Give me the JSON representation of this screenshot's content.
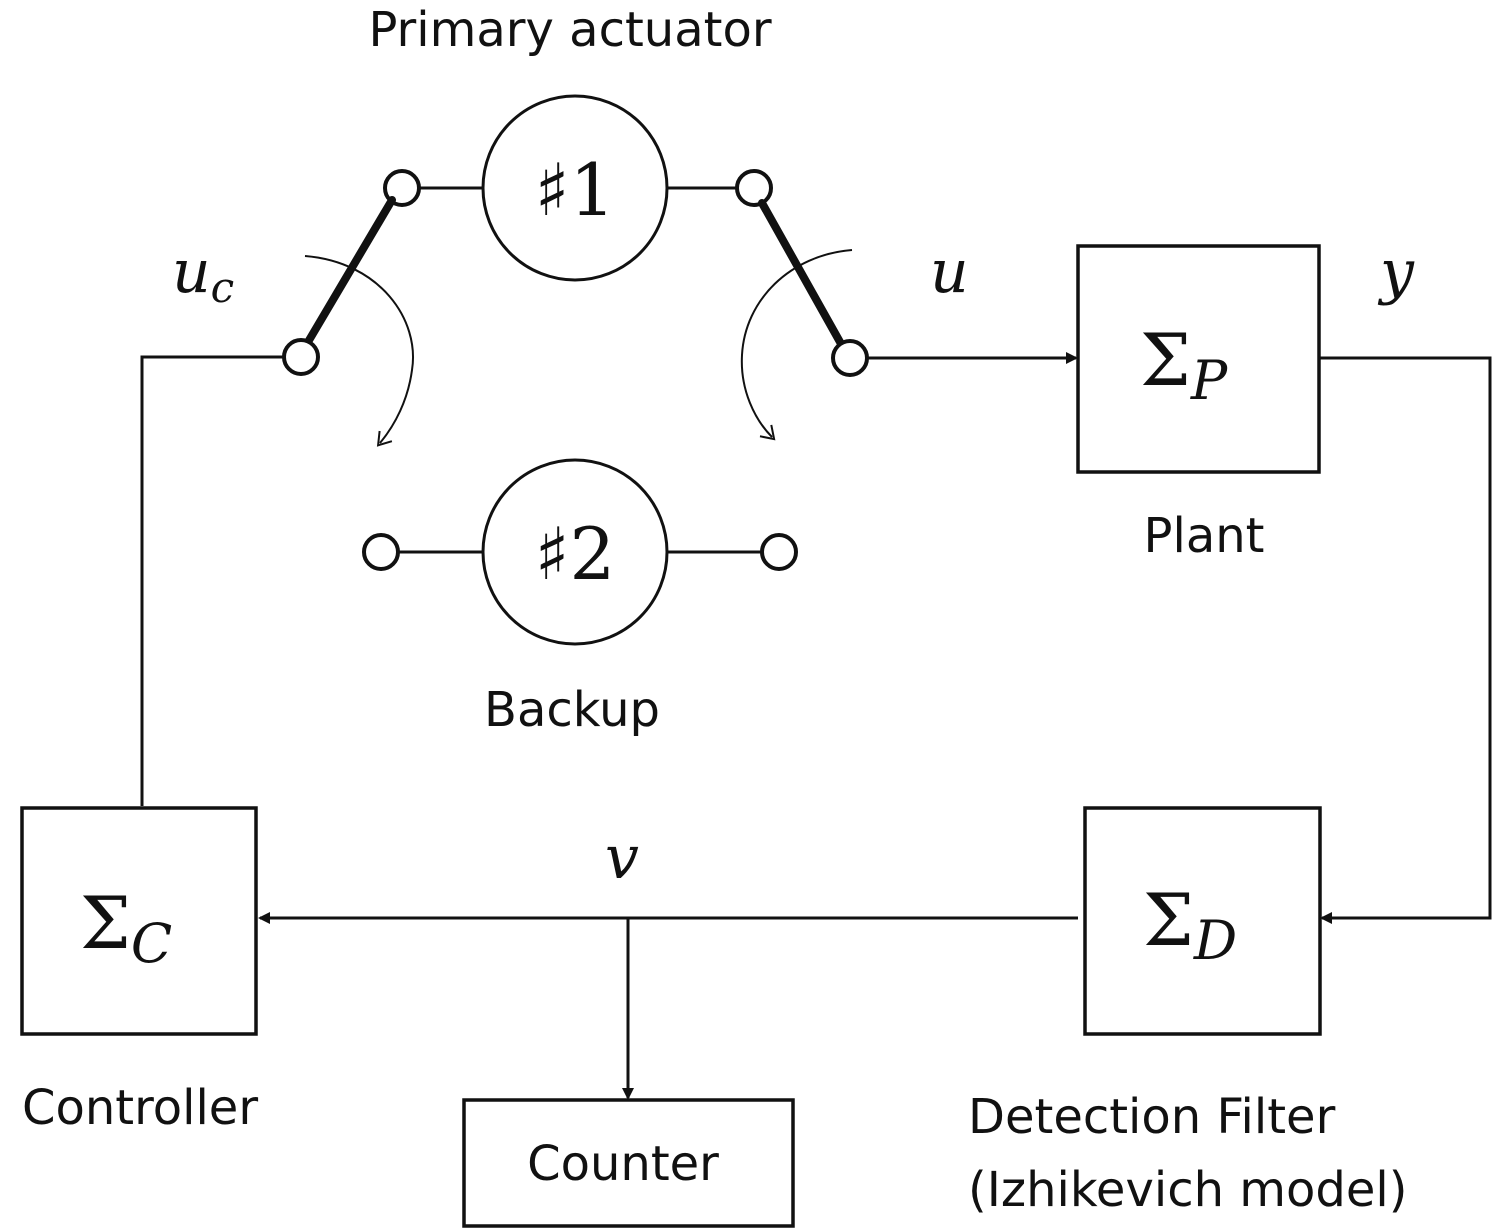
{
  "diagram": {
    "title_primary": "Primary actuator",
    "actuator1": {
      "symbol": "♯",
      "number": "1"
    },
    "actuator2": {
      "symbol": "♯",
      "number": "2"
    },
    "backup_label": "Backup",
    "signals": {
      "uc_main": "u",
      "uc_sub": "c",
      "u": "u",
      "y": "y",
      "v": "v"
    },
    "blocks": {
      "plant": {
        "sigma": "Σ",
        "sub": "P",
        "label": "Plant"
      },
      "controller": {
        "sigma": "Σ",
        "sub": "C",
        "label": "Controller"
      },
      "detector": {
        "sigma": "Σ",
        "sub": "D",
        "label_line1": "Detection Filter",
        "label_line2": "(Izhikevich model)"
      },
      "counter": {
        "label": "Counter"
      }
    }
  }
}
